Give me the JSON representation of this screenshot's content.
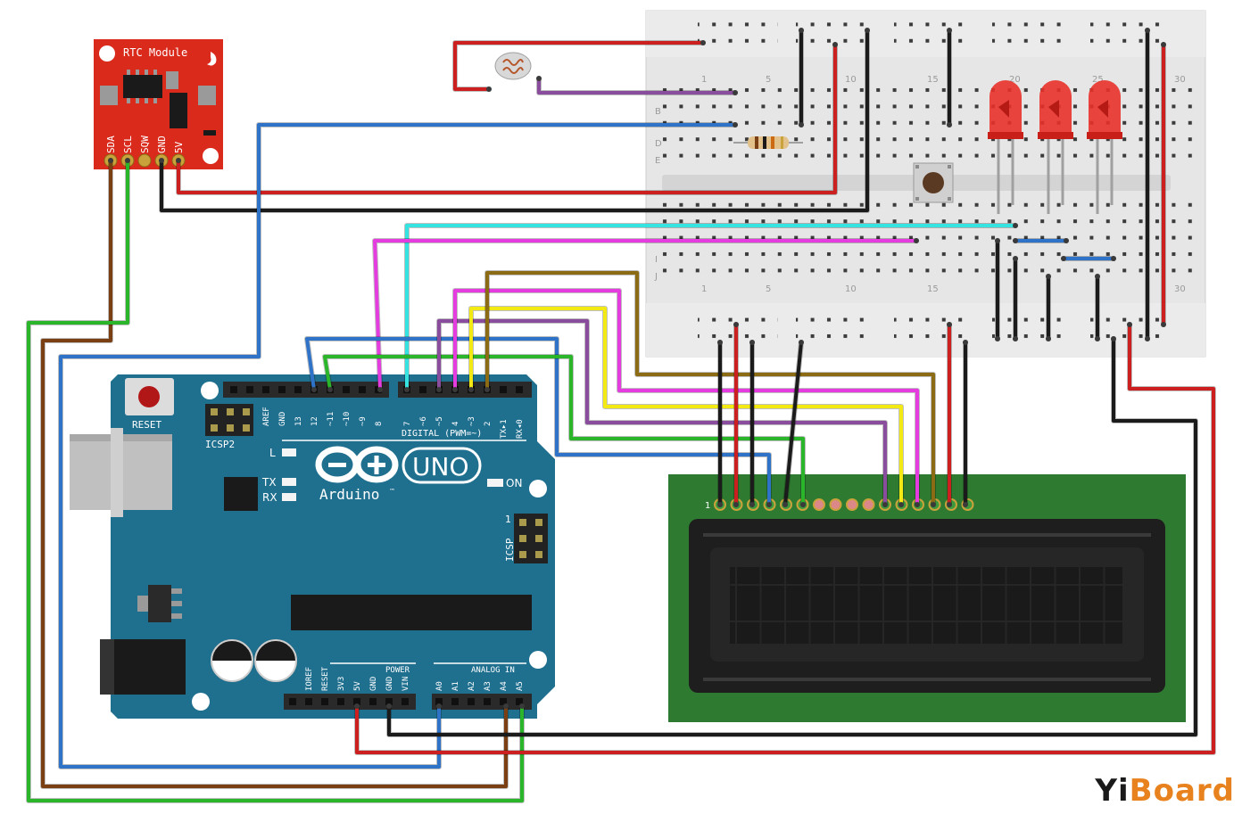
{
  "rtc": {
    "title": "RTC Module",
    "pins": [
      "SDA",
      "SCL",
      "SQW",
      "GND",
      "5V"
    ]
  },
  "arduino": {
    "logo_text": "Arduino",
    "tm": "™",
    "model": "UNO",
    "reset_label": "RESET",
    "icsp2_label": "ICSP2",
    "icsp_label": "ICSP",
    "icsp_pin1": "1",
    "led_l": "L",
    "led_tx": "TX",
    "led_rx": "RX",
    "on_label": "ON",
    "digital_label": "DIGITAL (PWM=~)",
    "digital_pins": [
      "AREF",
      "GND",
      "13",
      "12",
      "~11",
      "~10",
      "~9",
      "8",
      "7",
      "~6",
      "~5",
      "4",
      "~3",
      "2",
      "TX▸1",
      "RX◂0"
    ],
    "power_label": "POWER",
    "power_pins": [
      "IOREF",
      "RESET",
      "3V3",
      "5V",
      "GND",
      "GND",
      "VIN"
    ],
    "analog_label": "ANALOG IN",
    "analog_pins": [
      "A0",
      "A1",
      "A2",
      "A3",
      "A4",
      "A5"
    ]
  },
  "breadboard": {
    "column_numbers": [
      "1",
      "5",
      "10",
      "15",
      "20",
      "25",
      "30"
    ],
    "row_letters_top": [
      "B",
      "D",
      "E"
    ],
    "row_letters_bottom": [
      "I",
      "J"
    ]
  },
  "lcd": {
    "pin1_label": "1"
  },
  "watermark": {
    "part1": "Yi",
    "part2": "Board",
    "color1": "#1a1a1a",
    "color2": "#e8821e"
  },
  "colors": {
    "red": "#cc1f1f",
    "black": "#1b1b1b",
    "blue": "#2f73c9",
    "green": "#2bb52b",
    "brown": "#7a3f12",
    "cyan": "#35e3e0",
    "magenta": "#e53ce0",
    "yellow": "#f2ea12",
    "purple": "#8a4c9c",
    "olive": "#8b6b14",
    "arduino_teal": "#1f6f8f",
    "rtc_red": "#d92a1c",
    "lcd_green": "#2f7a31"
  }
}
